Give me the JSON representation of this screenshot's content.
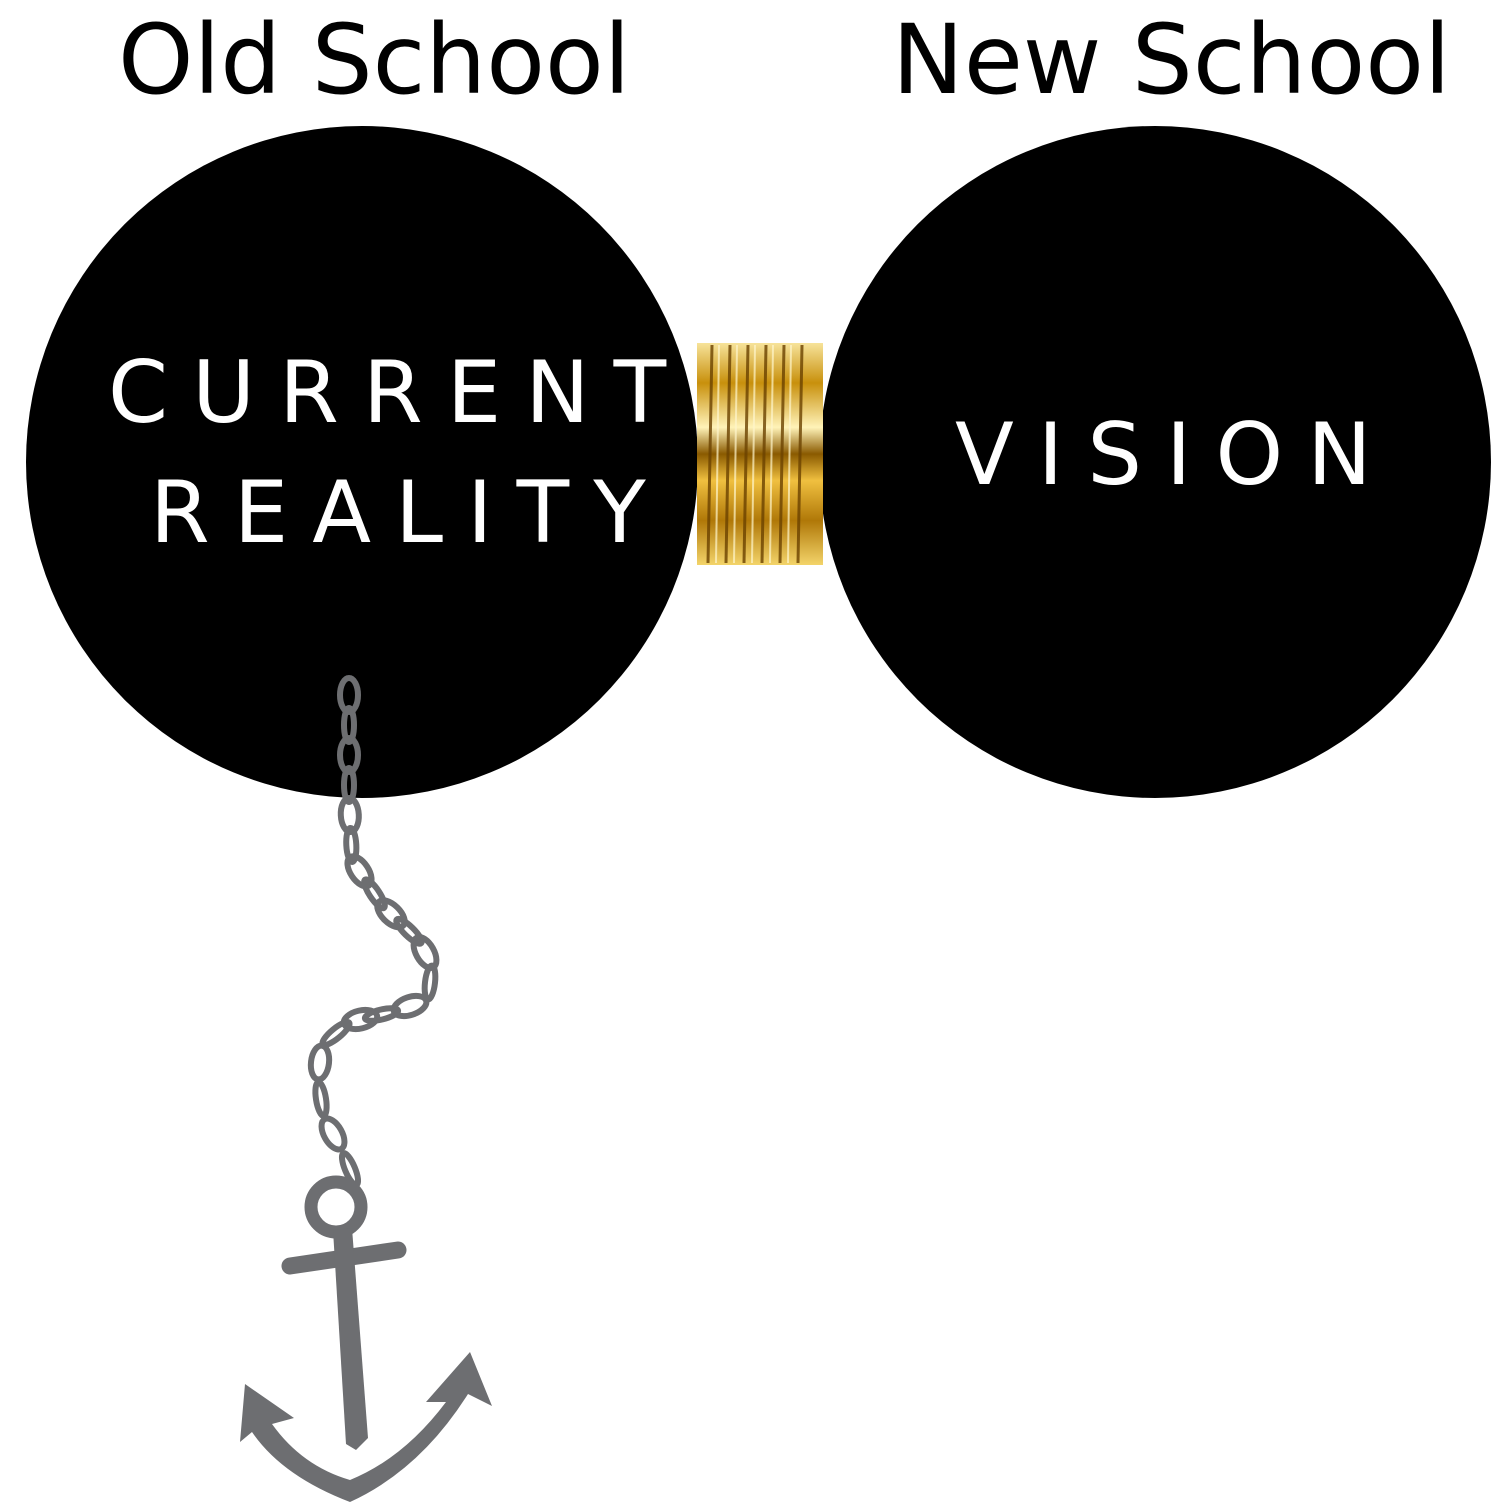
{
  "headings": {
    "left": "Old School",
    "right": "New School"
  },
  "circles": {
    "left": {
      "line1": "CURRENT",
      "line2": "REALITY"
    },
    "right": {
      "label": "VISION"
    }
  },
  "colors": {
    "background": "#ffffff",
    "circle": "#000000",
    "circle_text": "#ffffff",
    "chain_anchor": "#6d6e71",
    "coil_gold": "#d4a017"
  },
  "icons": [
    "gold-coil-icon",
    "chain-icon",
    "anchor-icon"
  ]
}
